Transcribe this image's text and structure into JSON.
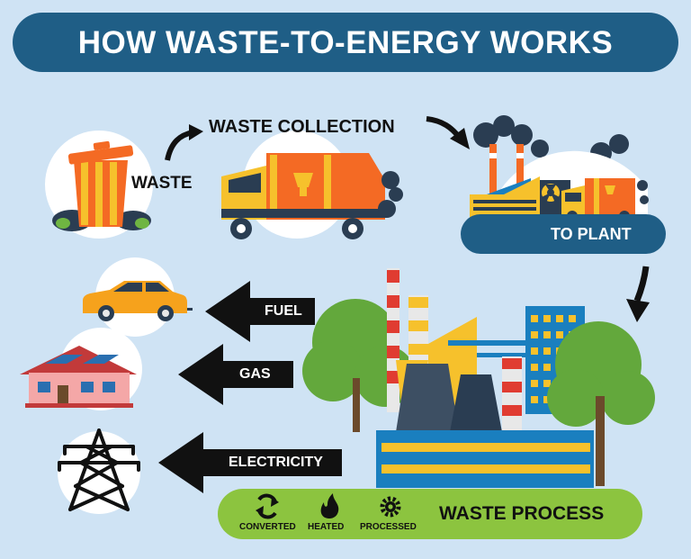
{
  "title": "HOW WASTE-TO-ENERGY WORKS",
  "steps": {
    "waste": "WASTE",
    "collection": "WASTE COLLECTION",
    "to_plant": "TO PLANT"
  },
  "outputs": {
    "fuel": "FUEL",
    "gas": "GAS",
    "electricity": "ELECTRICITY"
  },
  "process": {
    "title": "WASTE PROCESS",
    "converted": "CONVERTED",
    "heated": "HEATED",
    "processed": "PROCESSED"
  },
  "colors": {
    "background": "#cfe3f4",
    "title_bar": "#1f5e86",
    "process_bar": "#8cc43f",
    "truck_orange": "#f46a24",
    "truck_yellow": "#f6c12c",
    "factory_blue": "#1a7fbf",
    "tree_green": "#63a83c"
  }
}
